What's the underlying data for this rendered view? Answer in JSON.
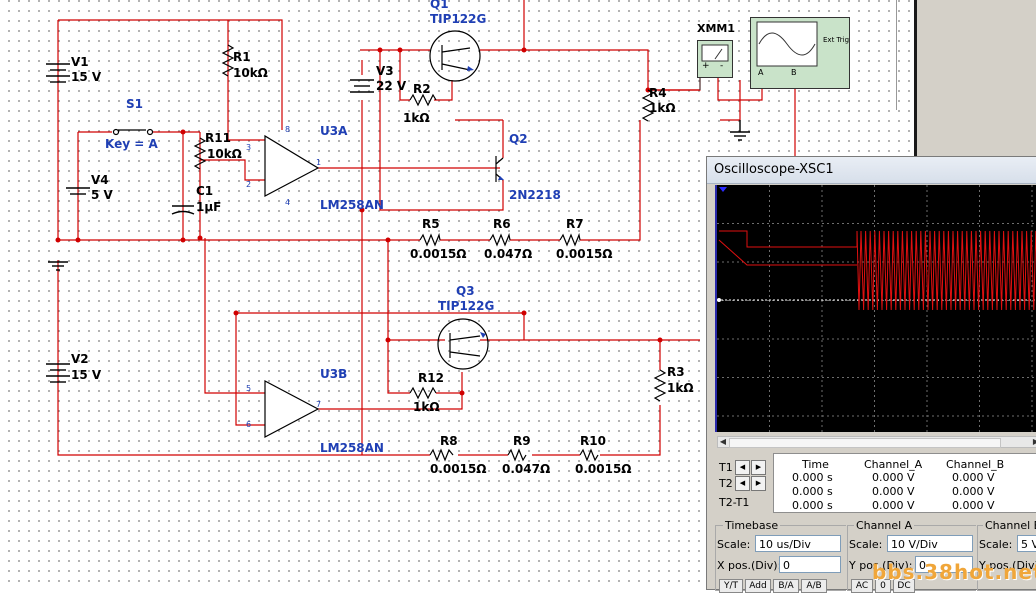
{
  "schematic": {
    "title_partial": "Q1",
    "components": {
      "v1": {
        "name": "V1",
        "value": "15 V"
      },
      "v2": {
        "name": "V2",
        "value": "15 V"
      },
      "v3": {
        "name": "V3",
        "value": "22 V"
      },
      "v4": {
        "name": "V4",
        "value": "5 V"
      },
      "r1": {
        "name": "R1",
        "value": "10kΩ"
      },
      "r11": {
        "name": "R11",
        "value": "10kΩ"
      },
      "r2": {
        "name": "R2",
        "value": "1kΩ"
      },
      "r12": {
        "name": "R12",
        "value": "1kΩ"
      },
      "r3": {
        "name": "R3",
        "value": "1kΩ"
      },
      "r4": {
        "name": "R4",
        "value": "1kΩ"
      },
      "r5": {
        "name": "R5",
        "value": "0.0015Ω"
      },
      "r6": {
        "name": "R6",
        "value": "0.047Ω"
      },
      "r7": {
        "name": "R7",
        "value": "0.0015Ω"
      },
      "r8": {
        "name": "R8",
        "value": "0.0015Ω"
      },
      "r9": {
        "name": "R9",
        "value": "0.047Ω"
      },
      "r10": {
        "name": "R10",
        "value": "0.0015Ω"
      },
      "c1": {
        "name": "C1",
        "value": "1µF"
      },
      "s1": {
        "name": "S1",
        "value": "Key = A"
      },
      "q1": {
        "name": "TIP122G"
      },
      "q2": {
        "name": "Q2",
        "value": "2N2218"
      },
      "q3": {
        "name": "Q3",
        "value": "TIP122G"
      },
      "u3a": {
        "name": "U3A",
        "value": "LM258AN"
      },
      "u3b": {
        "name": "U3B",
        "value": "LM258AN"
      },
      "xmm1": {
        "name": "XMM1"
      },
      "xsc_ext": {
        "name": "Ext Trig"
      }
    },
    "pin_labels": {
      "p1": "1",
      "p2": "2",
      "p3": "3",
      "p4": "4",
      "p5": "5",
      "p6": "6",
      "p7": "7",
      "p8": "8",
      "a": "A",
      "b": "B",
      "plus": "+",
      "minus": "-"
    }
  },
  "scope_window": {
    "title": "Oscilloscope-XSC1",
    "cursor_rows": {
      "t1": "T1",
      "t2": "T2",
      "t2t1": "T2-T1"
    },
    "table": {
      "headers": [
        "Time",
        "Channel_A",
        "Channel_B"
      ],
      "rows": [
        [
          "0.000 s",
          "0.000 V",
          "0.000 V"
        ],
        [
          "0.000 s",
          "0.000 V",
          "0.000 V"
        ],
        [
          "0.000 s",
          "0.000 V",
          "0.000 V"
        ]
      ]
    },
    "timebase": {
      "title": "Timebase",
      "scale_label": "Scale:",
      "scale_value": "10 us/Div",
      "xpos_label": "X pos.(Div):",
      "xpos_value": "0"
    },
    "channel_a": {
      "title": "Channel A",
      "scale_label": "Scale:",
      "scale_value": "10  V/Div",
      "ypos_label": "Y pos.(Div):",
      "ypos_value": "0"
    },
    "channel_b": {
      "title": "Channel B",
      "scale_label": "Scale:",
      "scale_value": "5  V",
      "ypos_label": "Y pos.(Div):"
    },
    "buttons": [
      "Y/T",
      "Add",
      "B/A",
      "A/B",
      "AC",
      "0",
      "DC"
    ]
  },
  "watermark": "bbs.38hot.net",
  "colors": {
    "wire": "#d00000",
    "trace": "#e01010",
    "label_blue": "#1f3fb4",
    "screen_bg": "#000000",
    "grid": "#7a7a7a"
  }
}
